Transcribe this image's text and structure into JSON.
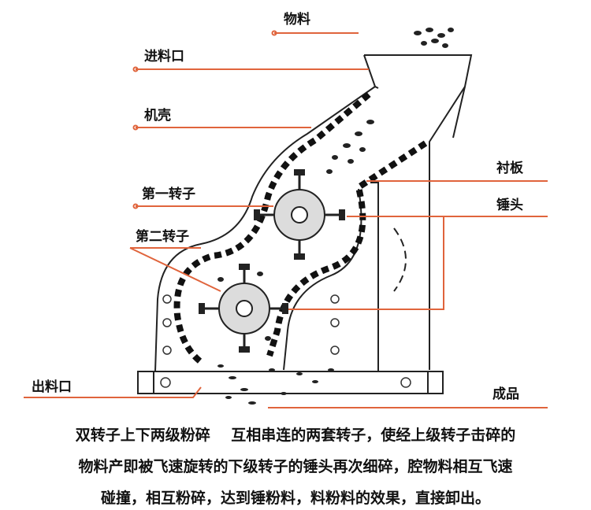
{
  "labels": {
    "material": "物料",
    "feed_inlet": "进料口",
    "casing": "机壳",
    "first_rotor": "第一转子",
    "second_rotor": "第二转子",
    "liner": "衬板",
    "hammer_head": "锤头",
    "discharge_outlet": "出料口",
    "product": "成品"
  },
  "caption": {
    "line1": "双转子上下两级粉碎    互相串连的两套转子，使经上级转子击碎的",
    "line2": "物料产即被飞速旋转的下级转子的锤头再次细碎，腔物料相互飞速",
    "line3": "碰撞，相互粉碎，达到锤粉料，料粉料的效果，直接卸出。"
  },
  "colors": {
    "leader": "#e0643c",
    "rotor": "#dcdcdc",
    "outline": "#222222"
  }
}
